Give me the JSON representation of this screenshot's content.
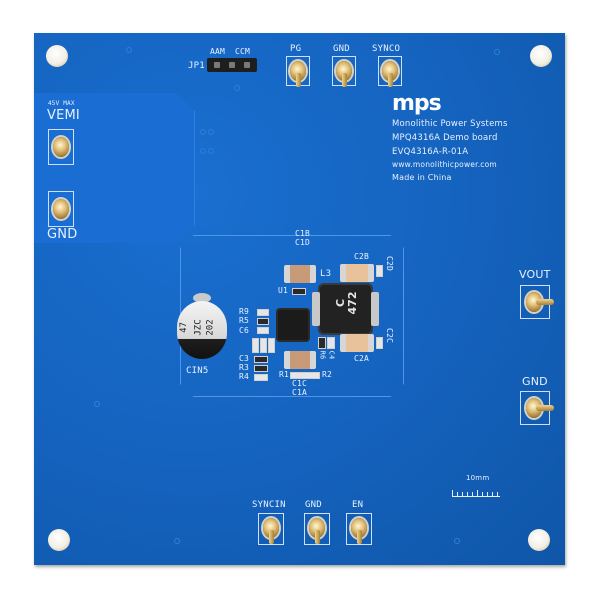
{
  "board": {
    "color": "#1565c0",
    "silk_color": "#e8f1ff",
    "manufacturer_logo": "mps",
    "info_lines": [
      "Monolithic Power Systems",
      "MPQ4316A Demo board",
      "EVQ4316A-R-01A",
      "www.monolithicpower.com",
      "Made in China"
    ]
  },
  "jumper": {
    "ref": "JP1",
    "label_left": "AAM",
    "label_right": "CCM"
  },
  "top_terminals": [
    "PG",
    "GND",
    "SYNCO"
  ],
  "left_terminals": {
    "rating": "45V MAX",
    "top": "VEMI",
    "bottom": "GND"
  },
  "right_terminals": [
    "VOUT",
    "GND"
  ],
  "bottom_terminals": [
    "SYNCIN",
    "GND",
    "EN"
  ],
  "components": {
    "cin5": {
      "ref": "CIN5",
      "marking_1": "47",
      "marking_2": "JZC",
      "marking_3": "202"
    },
    "inductor": {
      "ref": "L3",
      "marking_1": "C",
      "marking_2": "472"
    },
    "ic": {
      "ref": "U1"
    },
    "refs": {
      "c1b": "C1B",
      "c1d": "C1D",
      "c2b": "C2B",
      "c2d": "C2D",
      "c2a": "C2A",
      "c2c": "C2C",
      "r9": "R9",
      "r5": "R5",
      "c6": "C6",
      "c3": "C3",
      "r3": "R3",
      "r4": "R4",
      "r6": "R6",
      "c4": "C4",
      "r1": "R1",
      "r2": "R2",
      "c1c": "C1C",
      "c1a": "C1A"
    }
  },
  "scale_bar": {
    "label": "10mm"
  }
}
